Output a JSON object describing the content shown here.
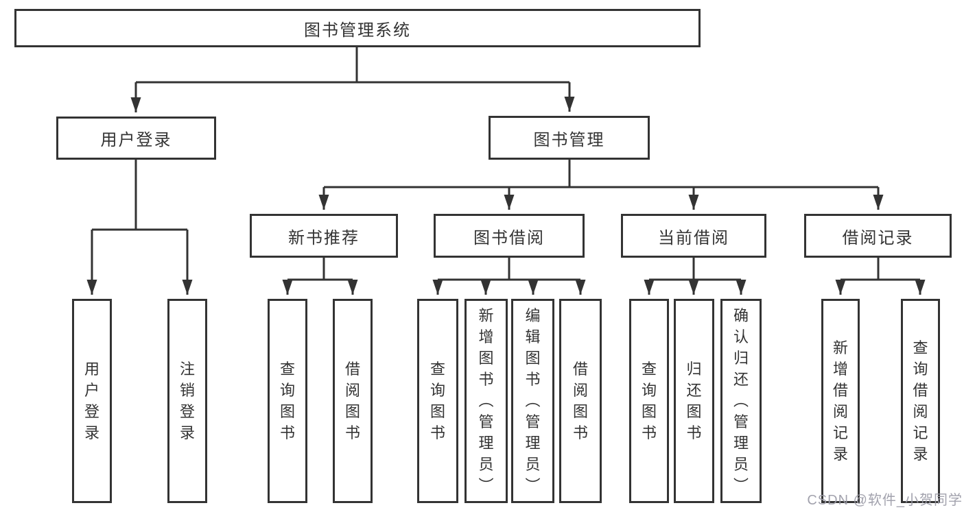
{
  "colors": {
    "line": "#333333",
    "box_border": "#333333",
    "text": "#333333",
    "watermark": "#9a9aa6"
  },
  "watermark": {
    "text": "CSDN @软件_小贺同学"
  },
  "tree": {
    "root": {
      "label": "图书管理系统"
    },
    "level2": [
      {
        "label": "用户登录",
        "children": [
          {
            "label": "用户登录"
          },
          {
            "label": "注销登录"
          }
        ]
      },
      {
        "label": "图书管理",
        "children": [
          {
            "label": "新书推荐",
            "children": [
              {
                "label": "查询图书"
              },
              {
                "label": "借阅图书"
              }
            ]
          },
          {
            "label": "图书借阅",
            "children": [
              {
                "label": "查询图书"
              },
              {
                "label": "新增图书（管理员）"
              },
              {
                "label": "编辑图书（管理员）"
              },
              {
                "label": "借阅图书"
              }
            ]
          },
          {
            "label": "当前借阅",
            "children": [
              {
                "label": "查询图书"
              },
              {
                "label": "归还图书"
              },
              {
                "label": "确认归还（管理员）"
              }
            ]
          },
          {
            "label": "借阅记录",
            "children": [
              {
                "label": "新增借阅记录"
              },
              {
                "label": "查询借阅记录"
              }
            ]
          }
        ]
      }
    ]
  }
}
